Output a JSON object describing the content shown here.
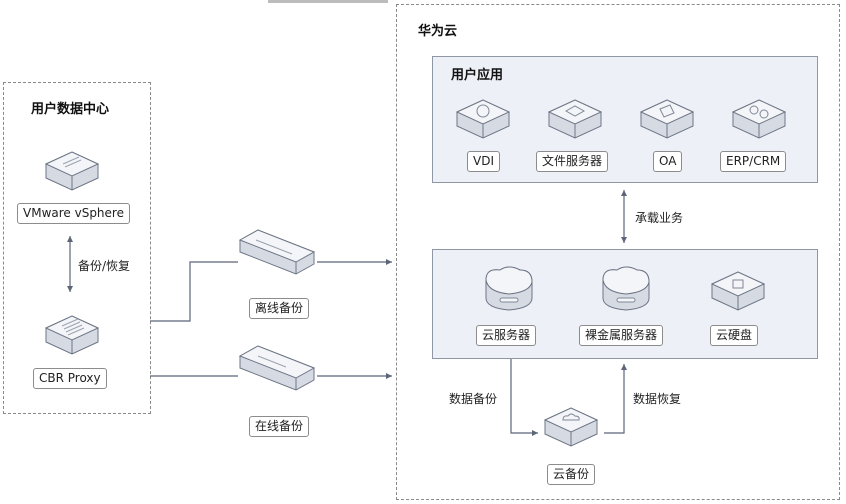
{
  "left_region": {
    "title": "用户数据中心",
    "vsphere_label": "VMware vSphere",
    "cbr_label": "CBR Proxy",
    "backup_restore": "备份/恢复"
  },
  "transfer": {
    "offline_label": "离线备份",
    "online_label": "在线备份"
  },
  "cloud": {
    "title": "华为云",
    "user_apps": {
      "title": "用户应用",
      "items": [
        "VDI",
        "文件服务器",
        "OA",
        "ERP/CRM"
      ]
    },
    "carry_label": "承载业务",
    "resources": {
      "items": [
        "云服务器",
        "裸金属服务器",
        "云硬盘"
      ]
    },
    "data_backup": "数据备份",
    "data_restore": "数据恢复",
    "cloud_backup": "云备份"
  },
  "colors": {
    "panel_bg": "#edf0f7",
    "device_top": "#f4f5f8",
    "device_side": "#d6dae2",
    "line": "#5c6678"
  }
}
